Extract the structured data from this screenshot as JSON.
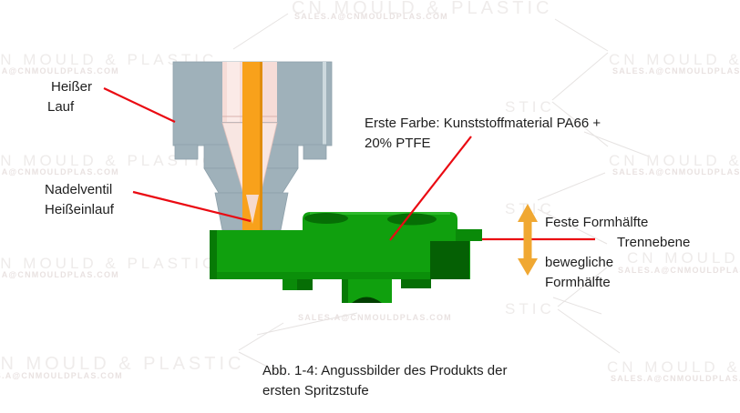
{
  "watermark": {
    "brand": "CN MOULD & PLASTIC",
    "email": "SALES.A@CNMOULDPLAS.COM",
    "fragment": "STIC"
  },
  "labels": {
    "hot_runner_line1": "Heißer",
    "hot_runner_line2": "Lauf",
    "needle_valve_line1": "Nadelventil",
    "needle_valve_line2": "Heißeinlauf",
    "first_color_line1": "Erste Farbe: Kunststoffmaterial PA66 +",
    "first_color_line2": "20% PTFE",
    "fixed_mold_half": "Feste Formhälfte",
    "parting_plane": "Trennebene",
    "moving_mold_half_line1": "bewegliche",
    "moving_mold_half_line2": "Formhälfte"
  },
  "caption": {
    "line1": "Abb. 1-4: Angussbilder des Produkts der",
    "line2": "ersten Spritzstufe"
  },
  "icons": {
    "parting_motion_arrow": "vertical-double-arrow"
  },
  "colors": {
    "leader_red": "#ea0a12",
    "melt_orange": "#f8a11b",
    "arrow_orange": "#f0a832",
    "part_green": "#10a00e",
    "part_green_dark": "#056004",
    "nozzle_gray": "#9fb1ba",
    "sleeve_pink": "#f6dcd7",
    "watermark_gray": "#efeceb"
  }
}
